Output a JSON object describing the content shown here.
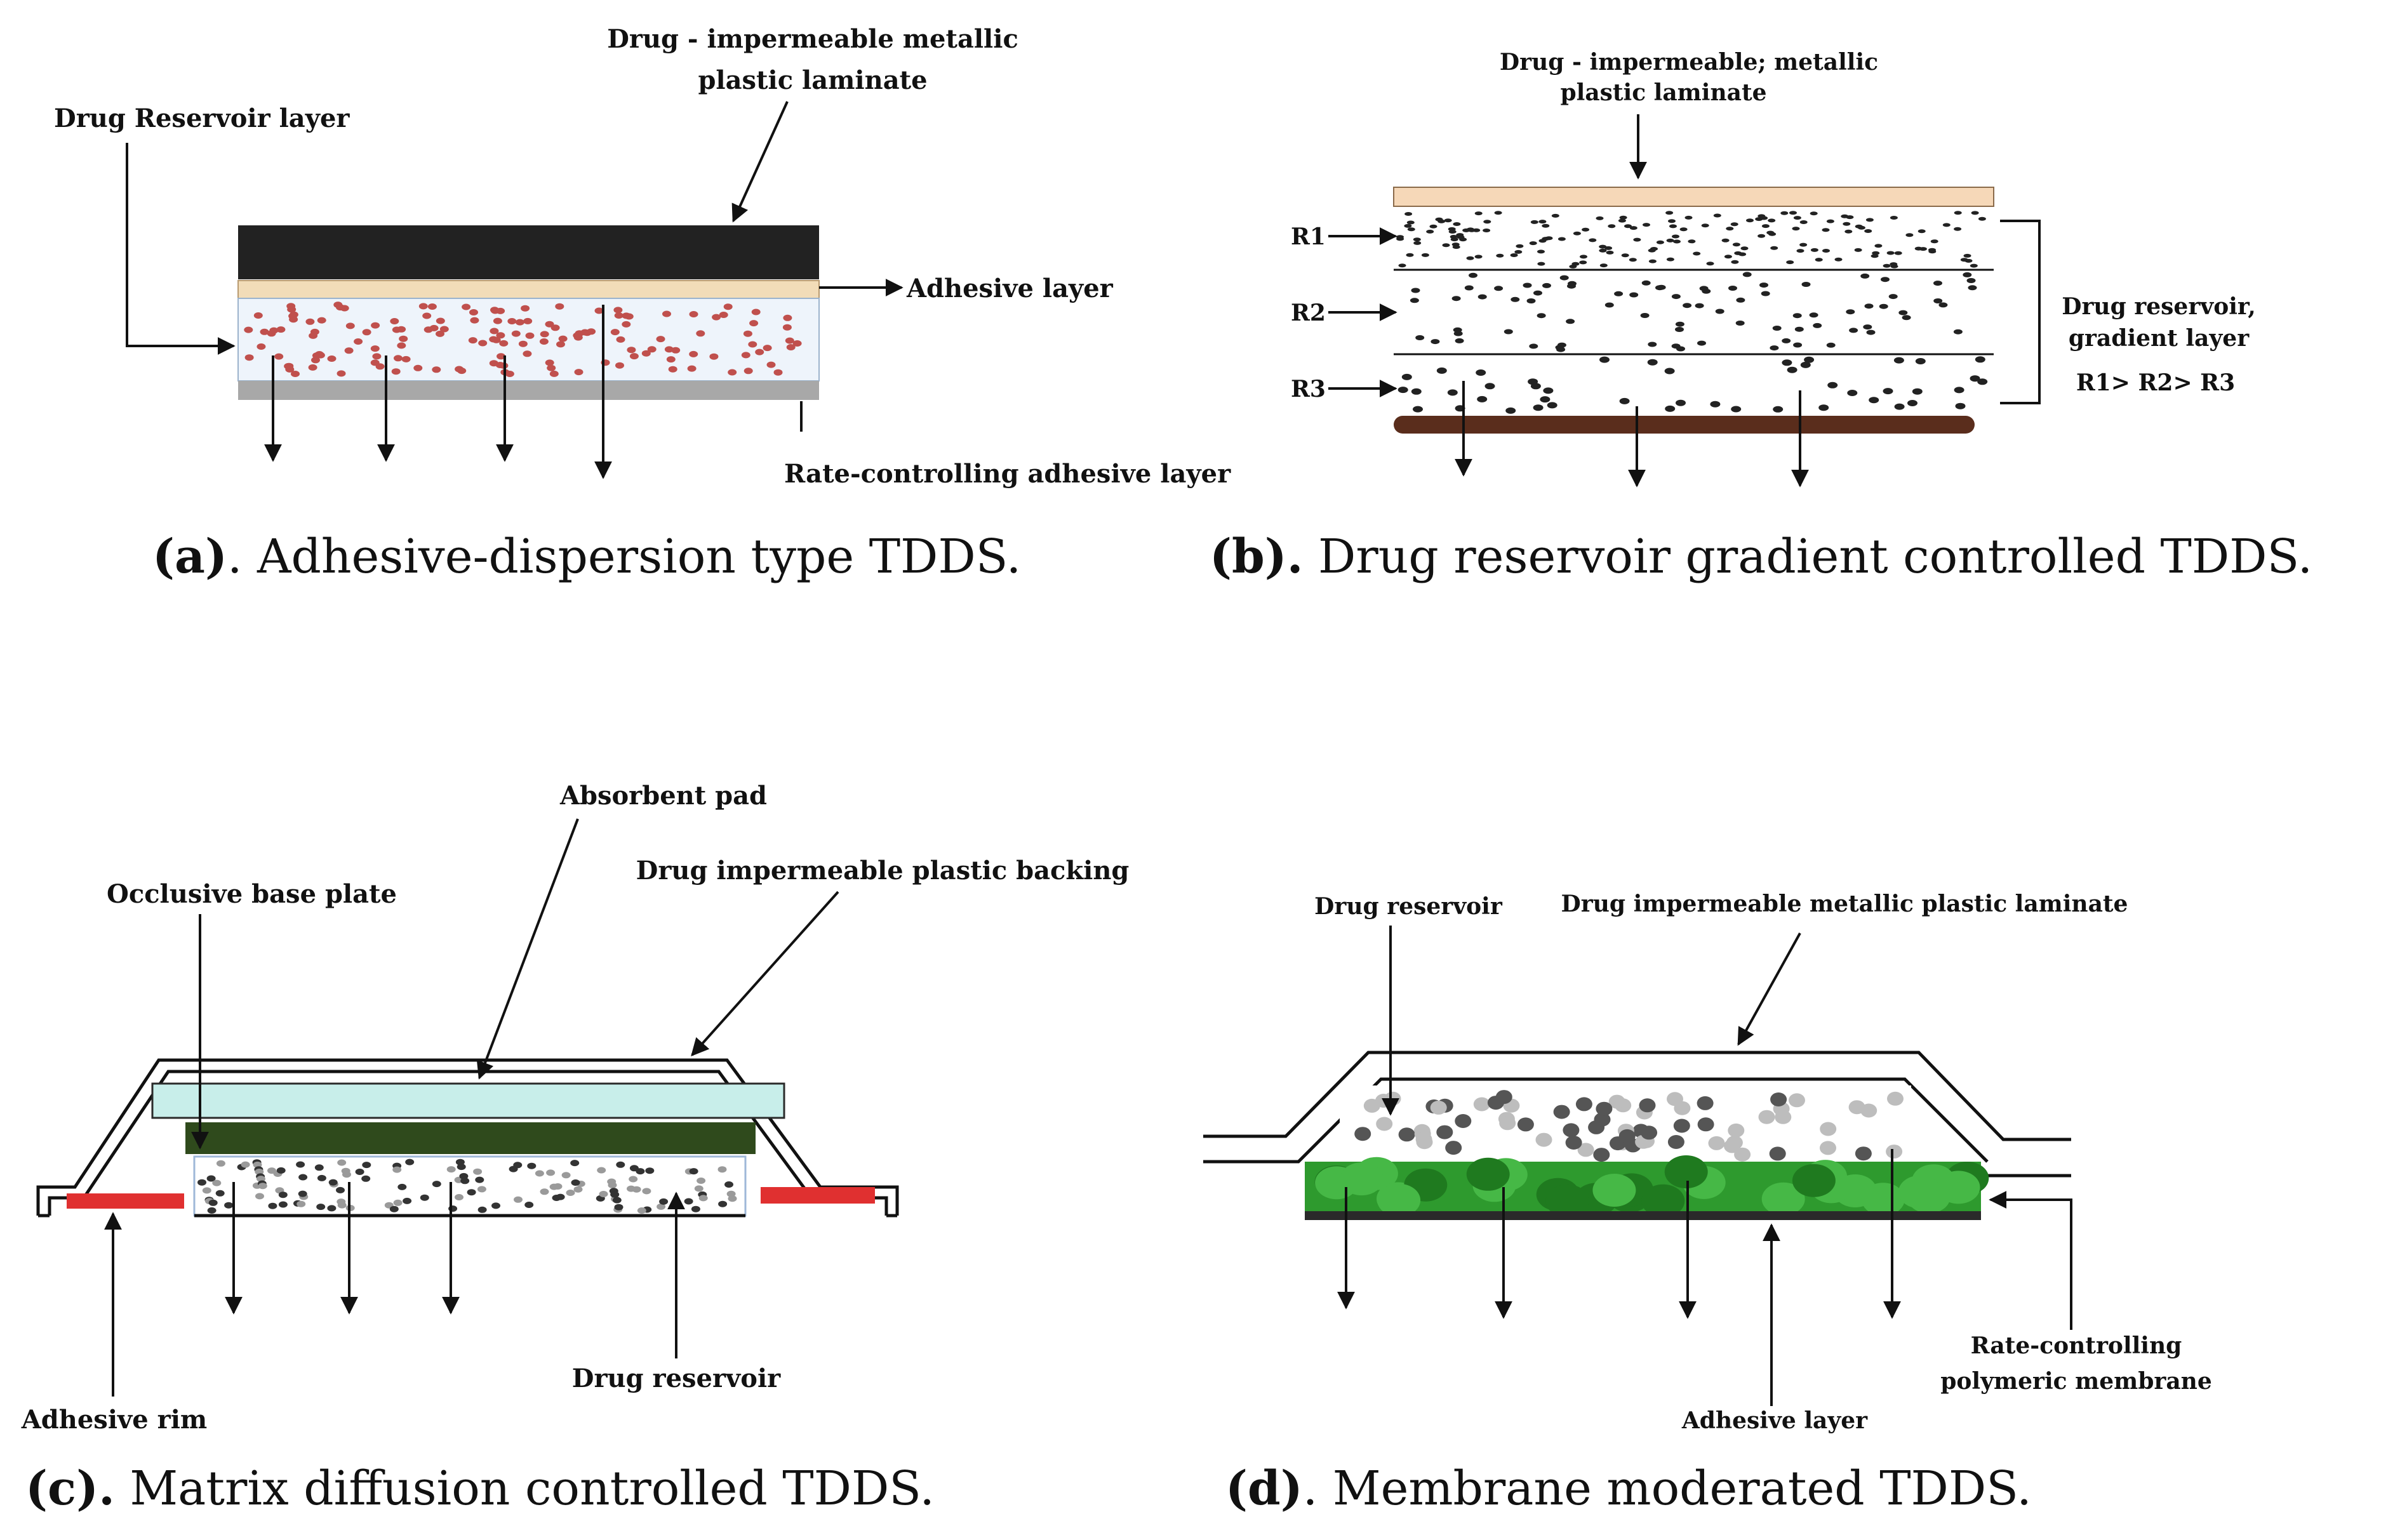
{
  "panels": {
    "a": {
      "caption_tag": "(a)",
      "caption_text": ". Adhesive-dispersion type TDDS.",
      "labels": {
        "laminate": [
          "Drug - impermeable metallic",
          "plastic laminate"
        ],
        "reservoir": "Drug Reservoir layer",
        "adhesive": "Adhesive layer",
        "rate": "Rate-controlling adhesive layer"
      },
      "colors": {
        "laminate": "#222222",
        "adhesive": "#f2dcb8",
        "reservoir": "#eef4fb",
        "dots": "#c0504d",
        "base": "#a8a8a8"
      }
    },
    "b": {
      "caption_tag": "(b).",
      "caption_text": " Drug reservoir gradient controlled TDDS.",
      "labels": {
        "laminate": [
          "Drug - impermeable; metallic",
          "plastic laminate"
        ],
        "r1": "R1",
        "r2": "R2",
        "r3": "R3",
        "gradient": [
          "Drug reservoir,",
          "gradient layer",
          "R1> R2>  R3"
        ]
      },
      "colors": {
        "laminate": "#f6d8b8",
        "base": "#5a2d1c"
      }
    },
    "c": {
      "caption_tag": "(c).",
      "caption_text": " Matrix diffusion controlled TDDS.",
      "labels": {
        "pad": "Absorbent pad",
        "base_plate": "Occlusive base plate",
        "backing": "Drug impermeable plastic backing",
        "reservoir": "Drug reservoir",
        "rim": "Adhesive rim"
      },
      "colors": {
        "pad": "#c8eeea",
        "plate": "#2f4a1c",
        "rim": "#e03030"
      }
    },
    "d": {
      "caption_tag": "(d)",
      "caption_text": ". Membrane moderated TDDS.",
      "labels": {
        "reservoir": "Drug reservoir",
        "laminate": "Drug impermeable metallic plastic laminate",
        "membrane": [
          "Rate-controlling",
          "polymeric membrane"
        ],
        "adhesive": "Adhesive layer"
      },
      "colors": {
        "membrane": "#2e9a2e",
        "adhesive": "#2a2a2a"
      }
    }
  }
}
